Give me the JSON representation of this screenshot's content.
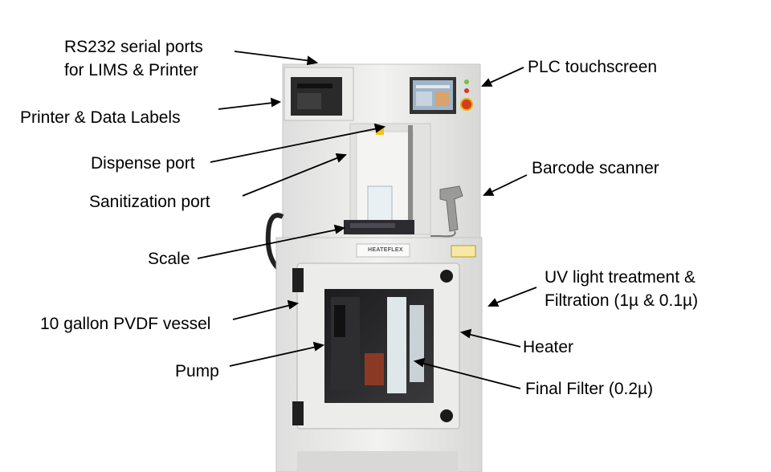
{
  "labels": {
    "rs232": "RS232 serial ports\nfor LIMS & Printer",
    "printer": "Printer & Data Labels",
    "dispense": "Dispense port",
    "sanitization": "Sanitization port",
    "scale": "Scale",
    "vessel": "10 gallon PVDF vessel",
    "pump": "Pump",
    "plc": "PLC touchscreen",
    "barcode": "Barcode scanner",
    "uv": "UV light treatment &\nFiltration (1µ & 0.1µ)",
    "heater": "Heater",
    "final_filter": "Final Filter (0.2µ)"
  },
  "logo": {
    "text": "HEATEFLEX"
  },
  "colors": {
    "cabinet": "#e9e9e7",
    "cabinet_shadow": "#cfcfcc",
    "window_dark": "#262628",
    "arrow": "#000000"
  }
}
